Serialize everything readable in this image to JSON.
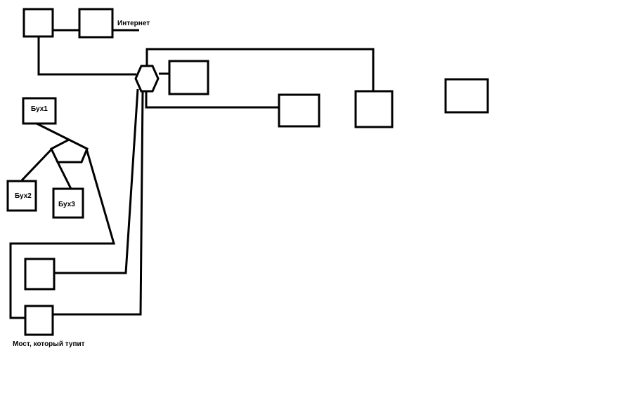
{
  "labels": {
    "internet": "Интернет",
    "buh1": "Бух1",
    "buh2": "Бух2",
    "buh3": "Бух3",
    "bridge": "Мост, который тупит"
  },
  "colors": {
    "stroke": "#000000",
    "background": "#ffffff"
  }
}
